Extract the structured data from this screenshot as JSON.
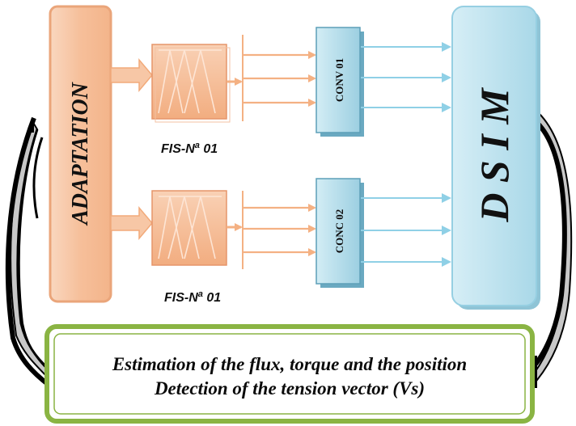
{
  "blocks": {
    "adaptation": {
      "label": "ADAPTATION"
    },
    "dsim": {
      "label": "D S I M"
    },
    "fis_top": {
      "label": "FIS-N",
      "sup": "a",
      "suffix": " 01"
    },
    "fis_bottom": {
      "label": "FIS-N",
      "sup": "a",
      "suffix": " 01"
    },
    "conv_top": {
      "label": "CONV 01"
    },
    "conv_bottom": {
      "label": "CONC 02"
    }
  },
  "estimation": {
    "line1": "Estimation of the  flux,  torque and the  position",
    "line2": "Detection  of the tension vector (Vs)"
  },
  "colors": {
    "adaptation_fill": "#f7c7a6",
    "adaptation_stroke": "#eaa57a",
    "fis_fill": "#f7c3a0",
    "orange_arrow": "#f4b183",
    "conv_fill": "#bfe3ee",
    "blue_arrow": "#8fd0e6",
    "dsim_fill": "#c5e6f0",
    "estimation_border": "#8ab443",
    "loop_grey": "#c8c8c8"
  }
}
